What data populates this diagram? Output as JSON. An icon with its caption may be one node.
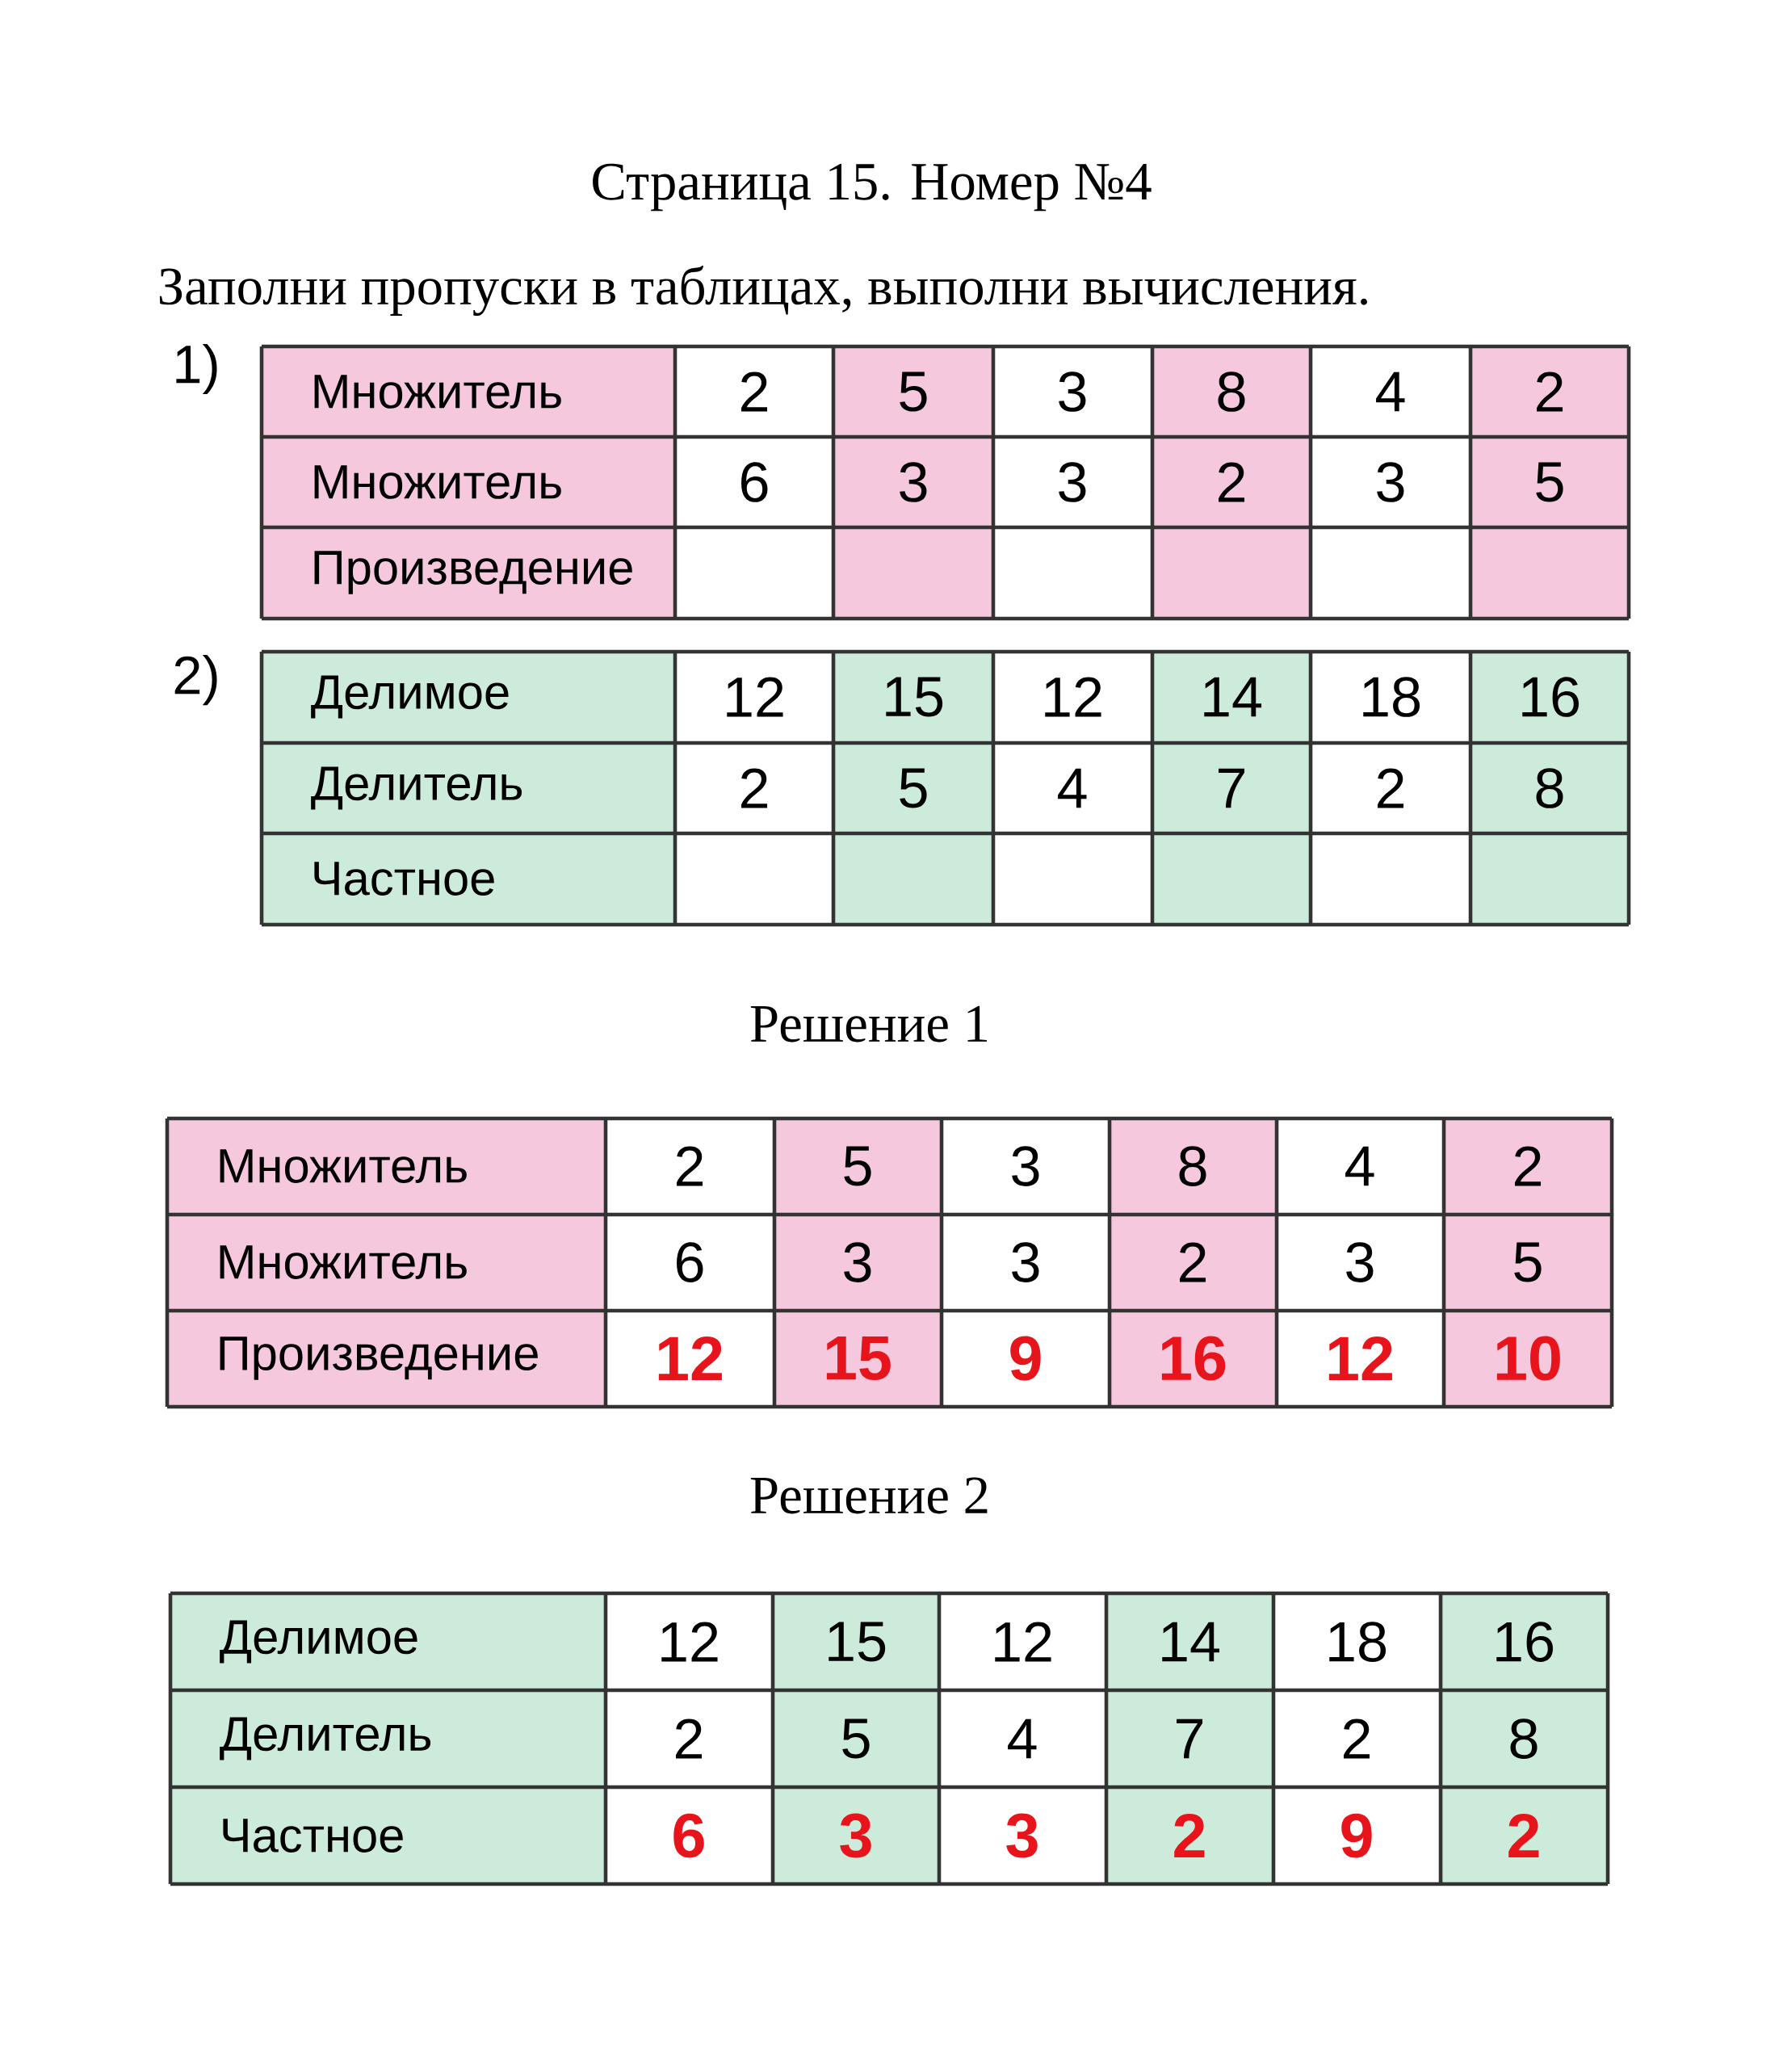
{
  "diagram": {
    "title": "Страница 15. Номер №4",
    "labels": [
      "Заполни пропуски в таблицах, выполни вычисления.",
      "1)",
      "Множитель",
      "2",
      "5",
      "3",
      "8",
      "4",
      "2",
      "Множитель",
      "6",
      "3",
      "3",
      "2",
      "3",
      "5",
      "Произведение",
      "2)",
      "Делимое",
      "12",
      "15",
      "12",
      "14",
      "18",
      "16",
      "Делитель",
      "2",
      "5",
      "4",
      "7",
      "2",
      "8",
      "Частное",
      "Решение 1",
      "Множитель",
      "2",
      "5",
      "3",
      "8",
      "4",
      "2",
      "Множитель",
      "6",
      "3",
      "3",
      "2",
      "3",
      "5",
      "Произведение",
      "12",
      "15",
      "9",
      "16",
      "12",
      "10",
      "Решение 2",
      "Делимое",
      "12",
      "15",
      "12",
      "14",
      "18",
      "16",
      "Делитель",
      "2",
      "5",
      "4",
      "7",
      "2",
      "8",
      "Частное",
      "6",
      "3",
      "3",
      "2",
      "9",
      "2"
    ]
  }
}
